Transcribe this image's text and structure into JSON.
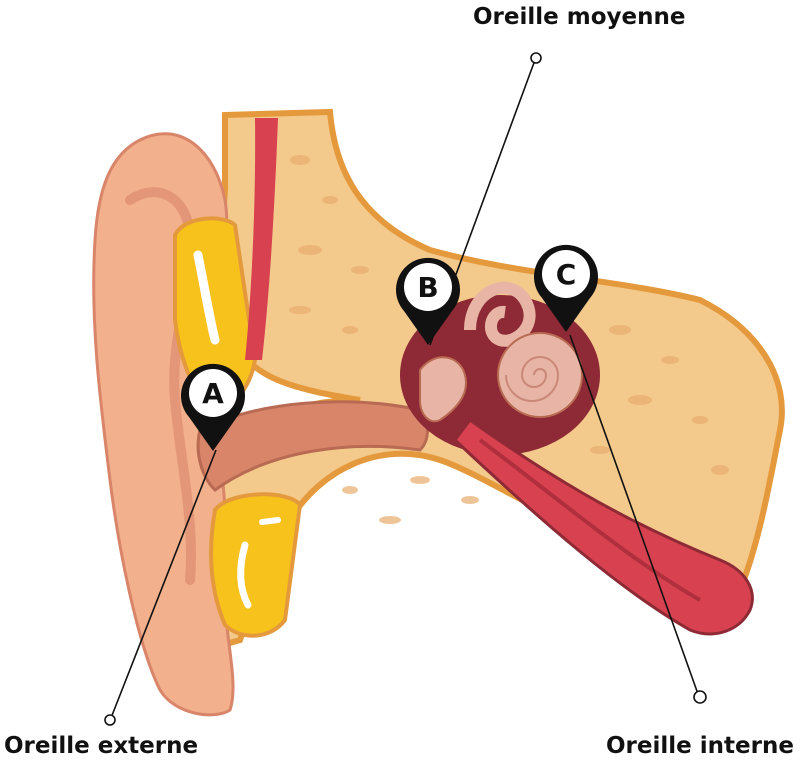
{
  "labels": {
    "outer": "Oreille externe",
    "middle": "Oreille moyenne",
    "inner": "Oreille interne"
  },
  "markers": {
    "a": "A",
    "b": "B",
    "c": "C"
  },
  "colors": {
    "skin": "#f2b08c",
    "skin_dark": "#d9856a",
    "bone": "#f3c98c",
    "bone_outline": "#e49a3c",
    "fat": "#f7c21c",
    "muscle": "#d8414f",
    "cavity": "#8e2a35",
    "marker": "#111111"
  }
}
